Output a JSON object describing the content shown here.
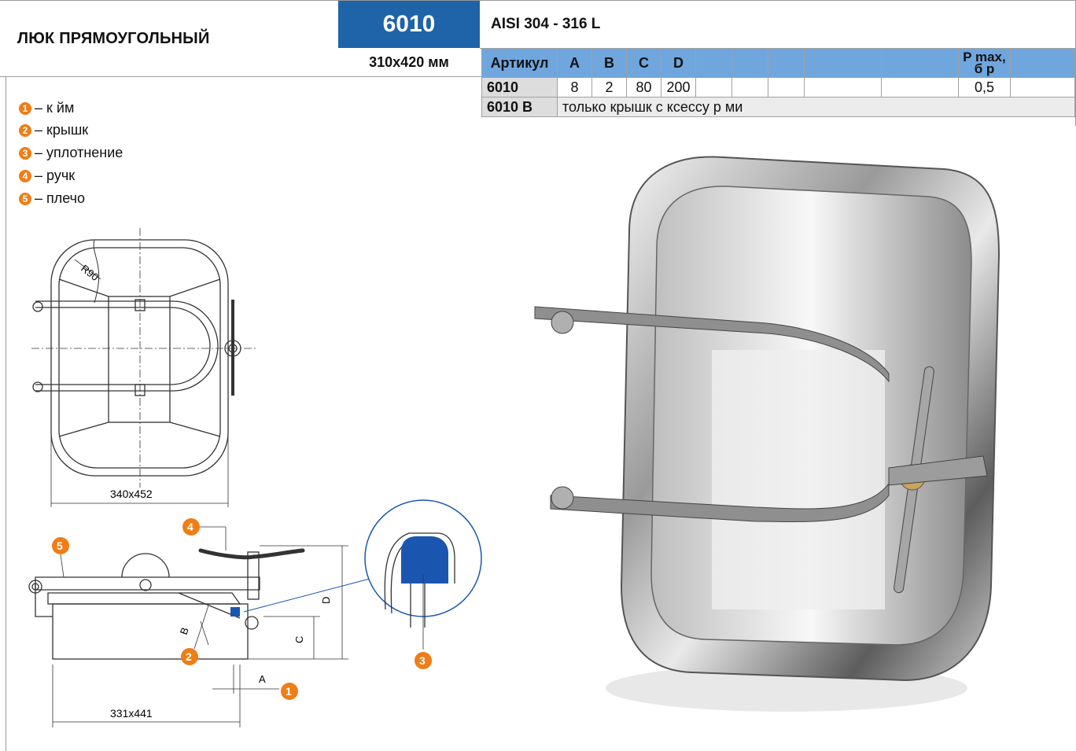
{
  "header": {
    "title": "ЛЮК ПРЯМОУГОЛЬНЫЙ",
    "model": "6010",
    "size": "310х420 мм",
    "material": "AISI 304 - 316 L"
  },
  "table": {
    "headers": [
      "Артикул",
      "A",
      "B",
      "C",
      "D",
      "",
      "",
      "",
      "",
      "",
      "P max,",
      ""
    ],
    "pmax_unit": "б р",
    "rows": [
      [
        "6010",
        "8",
        "2",
        "80",
        "200",
        "",
        "",
        "",
        "",
        "",
        "0,5",
        ""
      ]
    ],
    "row2_code": "6010 B",
    "row2_text": "только крышк   с   ксессу р ми"
  },
  "legend": [
    {
      "num": "1",
      "text": "– к  йм"
    },
    {
      "num": "2",
      "text": "– крышк"
    },
    {
      "num": "3",
      "text": "– уплотнение"
    },
    {
      "num": "4",
      "text": "– ручк"
    },
    {
      "num": "5",
      "text": "– плечо"
    }
  ],
  "drawing": {
    "top_dim": "340x452",
    "bottom_dim": "331x441",
    "radius": "R90",
    "dim_a": "A",
    "dim_b": "B",
    "dim_c": "C",
    "dim_d": "D",
    "callouts": [
      "1",
      "2",
      "3",
      "4",
      "5"
    ]
  },
  "colors": {
    "accent": "#1f63a8",
    "table_header": "#6fa6de",
    "badge": "#f07d16",
    "gasket": "#1a56b0"
  }
}
